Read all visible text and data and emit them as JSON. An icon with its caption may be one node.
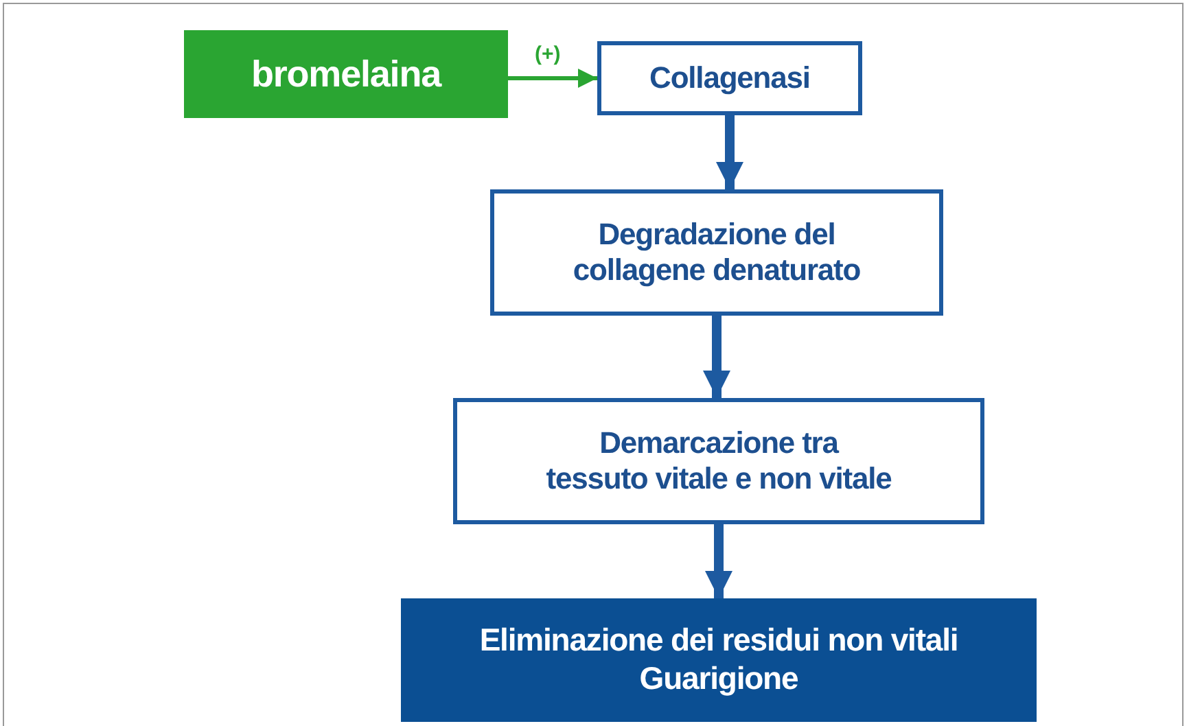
{
  "diagram": {
    "nodes": [
      {
        "text": [
          "bromelaina"
        ]
      },
      {
        "text": [
          "Collagenasi"
        ]
      },
      {
        "text": [
          "Degradazione del collagene denaturato"
        ]
      },
      {
        "text": [
          "Demarcazione tra tessuto vitale e non vitale"
        ]
      },
      {
        "text": [
          "Eliminazione dei residui non vitali",
          "Guarigione"
        ]
      }
    ],
    "edges": [
      {
        "from": 0,
        "to": 1,
        "arrow": "to",
        "label": "(+)",
        "color": "#2aa532"
      },
      {
        "from": 1,
        "to": 2,
        "arrow": "to"
      },
      {
        "from": 2,
        "to": 3,
        "arrow": "to"
      },
      {
        "from": 3,
        "to": 4,
        "arrow": "to"
      }
    ]
  }
}
